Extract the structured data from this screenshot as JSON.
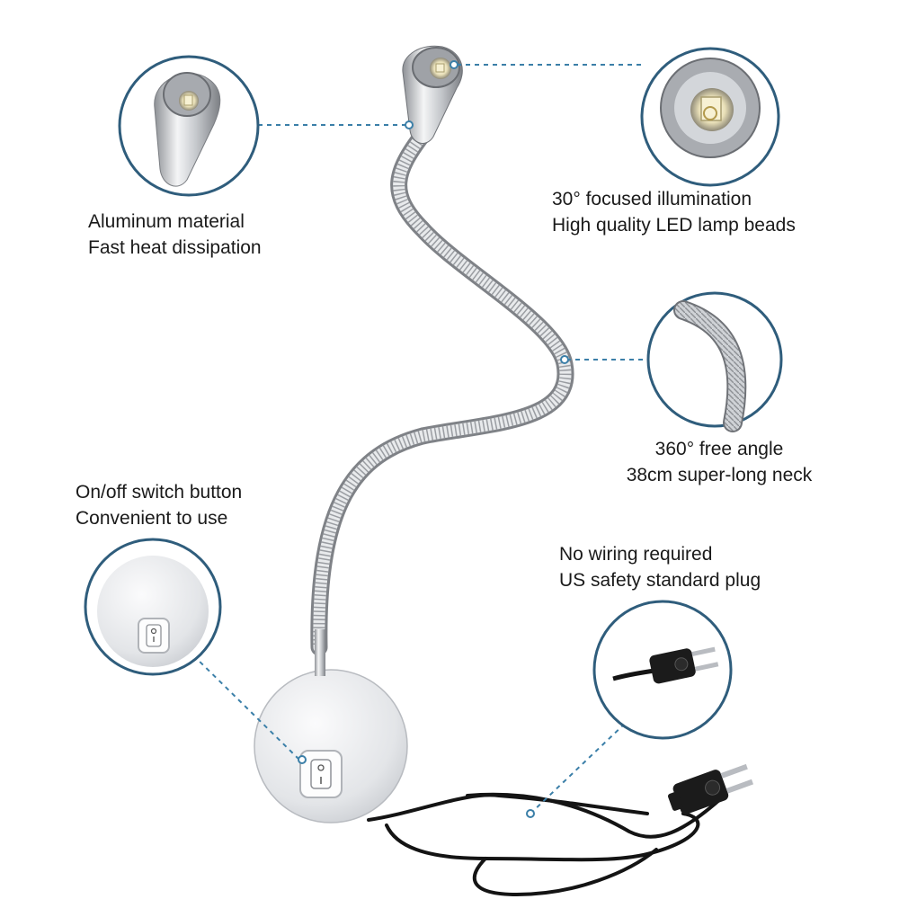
{
  "product_features": {
    "head_material": {
      "line1": "Aluminum material",
      "line2": "Fast heat dissipation"
    },
    "illumination": {
      "line1": "30° focused illumination",
      "line2": "High quality LED lamp beads"
    },
    "neck": {
      "line1": "360° free angle",
      "line2": "38cm super-long neck"
    },
    "switch": {
      "line1": "On/off switch button",
      "line2": "Convenient to use"
    },
    "plug": {
      "line1": "No wiring required",
      "line2": "US safety standard plug"
    }
  },
  "colors": {
    "callout_ring": "#2f5d7c",
    "dashed_leader": "#3b7fa8",
    "metal": "#c9cbce",
    "cord": "#141414"
  }
}
